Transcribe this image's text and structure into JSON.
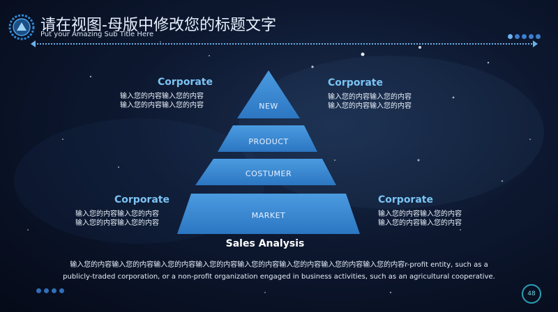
{
  "header": {
    "title": "请在视图-母版中修改您的标题文字",
    "subtitle": "Put your Amazing Sub Title Here"
  },
  "pyramid": {
    "levels": [
      "NEW",
      "PRODUCT",
      "COSTUMER",
      "MARKET"
    ]
  },
  "blocks": {
    "top_left": {
      "heading": "Corporate",
      "line1": "输入您的内容输入您的内容",
      "line2": "输入您的内容输入您的内容"
    },
    "top_right": {
      "heading": "Corporate",
      "line1": "输入您的内容输入您的内容",
      "line2": "输入您的内容输入您的内容"
    },
    "bottom_left": {
      "heading": "Corporate",
      "line1": "输入您的内容输入您的内容",
      "line2": "输入您的内容输入您的内容"
    },
    "bottom_right": {
      "heading": "Corporate",
      "line1": "输入您的内容输入您的内容",
      "line2": "输入您的内容输入您的内容"
    }
  },
  "footer": {
    "section_title": "Sales Analysis",
    "paragraph_line1": "输入您的内容输入您的内容输入您的内容输入您的内容输入您的内容输入您的内容输入您的内容输入您的内容r-profit entity, such as a",
    "paragraph_line2": "publicly-traded corporation, or a non-profit organization engaged in business activities, such as an agricultural cooperative.",
    "page_number": "48"
  },
  "colors": {
    "accent": "#3d8fd6",
    "accent_light": "#7bc4f5",
    "pyramid_top": "#3a86cf",
    "pyramid_bottom": "#2f7cc9"
  }
}
